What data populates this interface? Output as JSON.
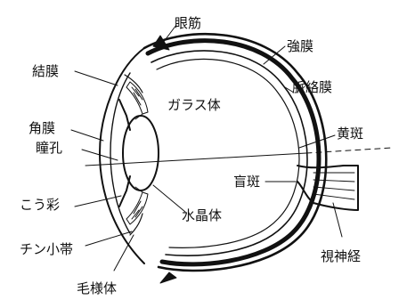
{
  "labels": {
    "ciliary_muscle": "眼筋",
    "sclera": "強膜",
    "conjunctiva": "結膜",
    "choroid": "脈絡膜",
    "vitreous_body": "ガラス体",
    "cornea": "角膜",
    "macula": "黄斑",
    "pupil": "瞳孔",
    "blind_spot": "盲斑",
    "iris": "こう彩",
    "lens": "水晶体",
    "zonule": "チン小帯",
    "optic_nerve": "視神経",
    "ciliary_body": "毛様体"
  },
  "colors": {
    "ink": "#111111",
    "background": "#ffffff"
  }
}
